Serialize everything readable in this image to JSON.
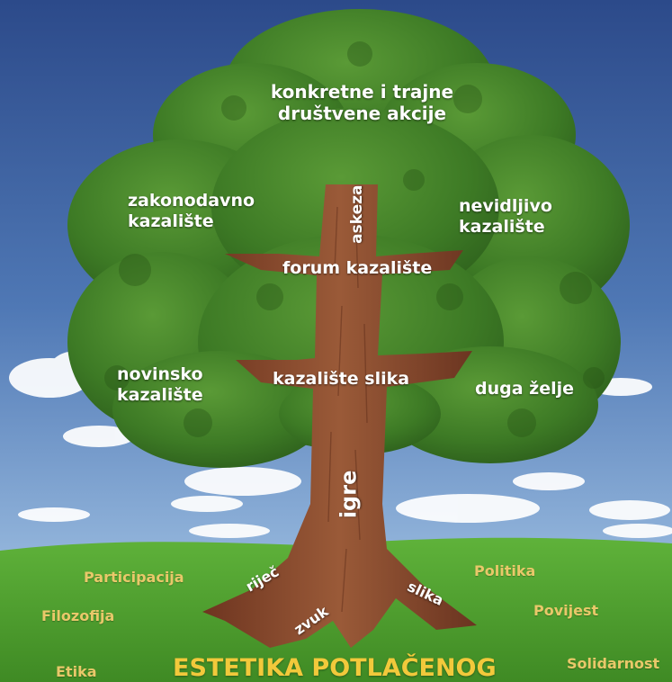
{
  "tree": {
    "crown": {
      "top": "konkretne i trajne društvene akcije",
      "left_upper": "zakonodavno kazalište",
      "right_upper": "nevidljivo kazalište",
      "left_lower": "novinsko kazalište",
      "right_lower": "duga želje"
    },
    "trunk": {
      "upper": "askeza",
      "branch_upper": "forum kazalište",
      "branch_lower": "kazalište slika",
      "base": "igre"
    },
    "roots": [
      "riječ",
      "zvuk",
      "slika"
    ]
  },
  "ground": {
    "left": [
      "Participacija",
      "Filozofija",
      "Etika"
    ],
    "right": [
      "Politika",
      "Povijest",
      "Solidarnost"
    ]
  },
  "title": "ESTETIKA POTLAČENOG",
  "colors": {
    "sky_top": "#2f4f8e",
    "sky_bottom": "#a9cbe8",
    "foliage": "#3f7a27",
    "bark": "#8a4a2c",
    "grass": "#4f9e2e",
    "ground_text": "#e9c86a",
    "title_text": "#f2c93b"
  }
}
